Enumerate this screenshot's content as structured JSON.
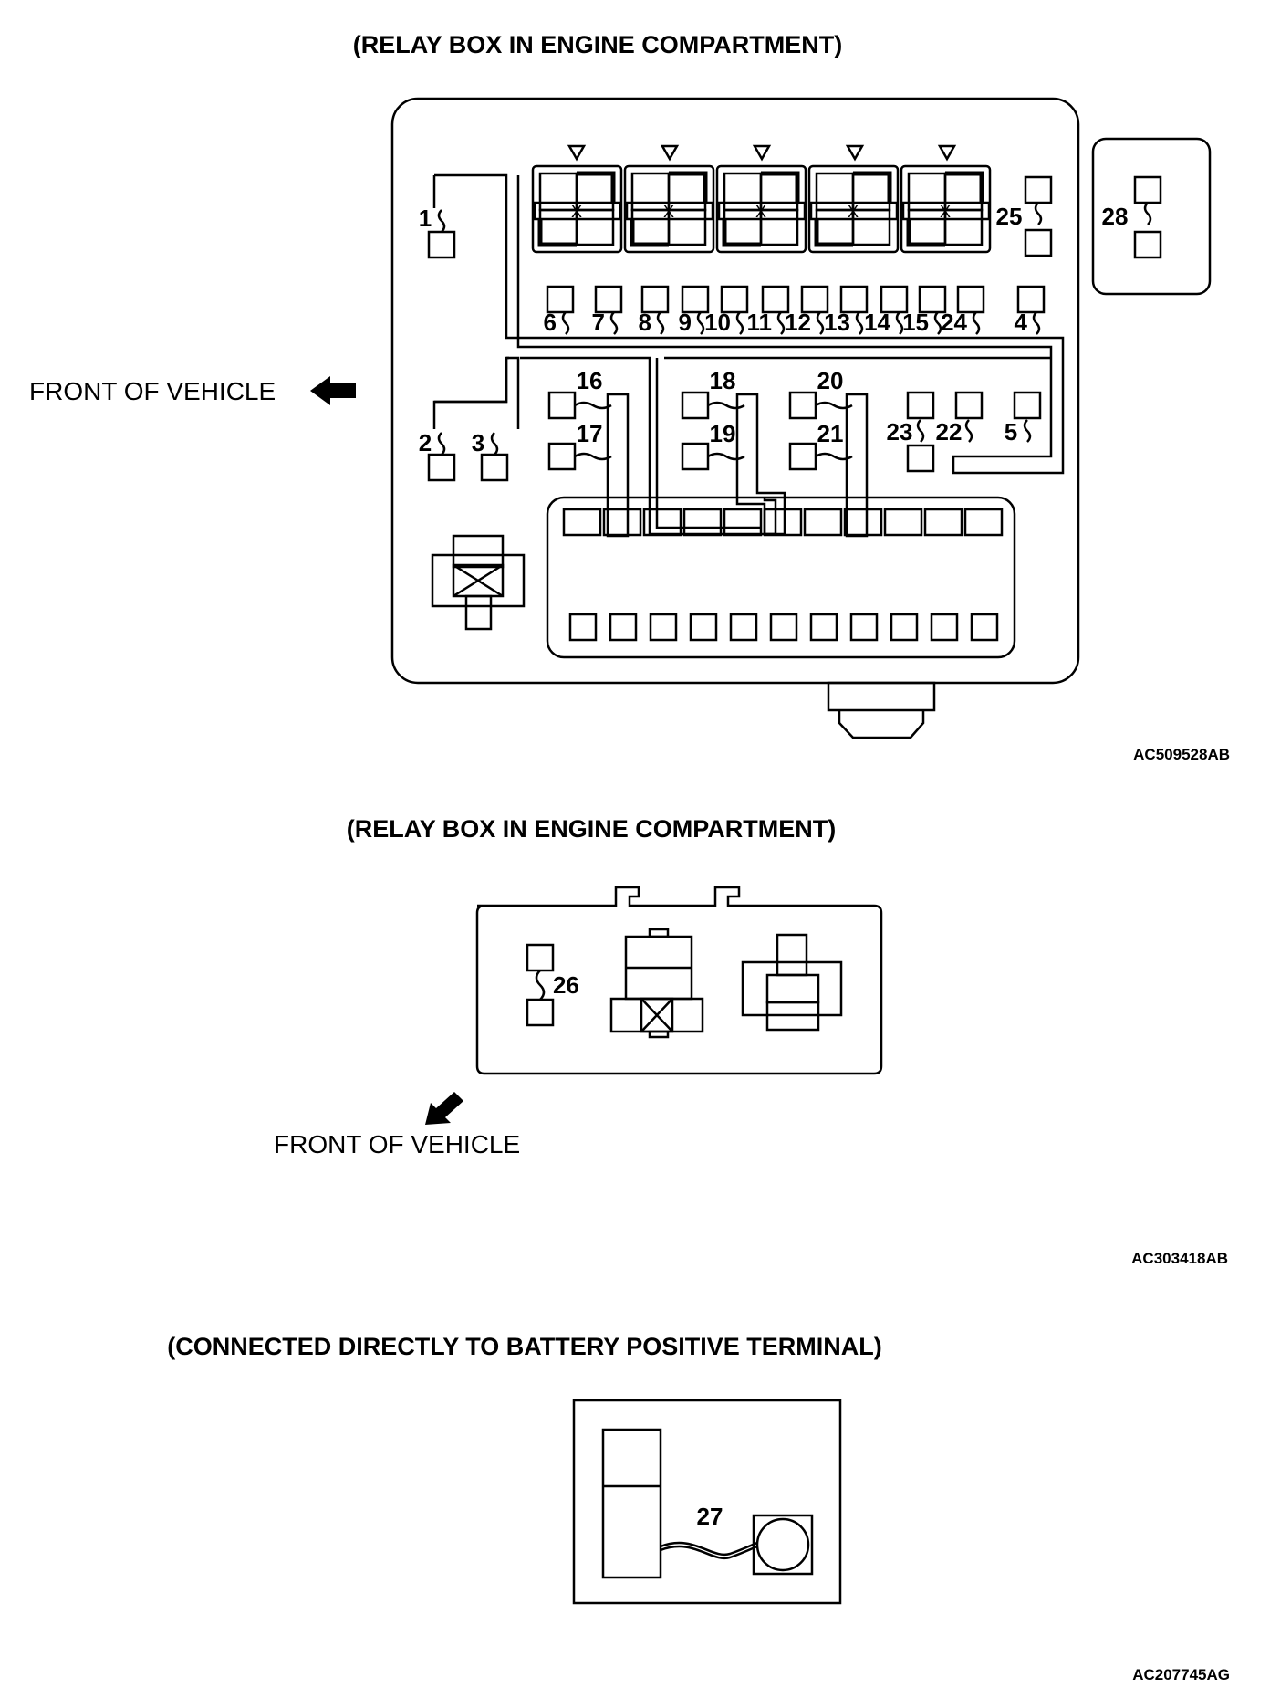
{
  "figure1": {
    "title": "(RELAY BOX IN ENGINE COMPARTMENT)",
    "front_label": "FRONT OF VEHICLE",
    "code": "AC509528AB",
    "connector_numbers": [
      "1",
      "2",
      "3",
      "4",
      "5",
      "6",
      "7",
      "8",
      "9",
      "10",
      "11",
      "12",
      "13",
      "14",
      "15",
      "16",
      "17",
      "18",
      "19",
      "20",
      "21",
      "22",
      "23",
      "24",
      "25",
      "28"
    ]
  },
  "figure2": {
    "title": "(RELAY BOX IN ENGINE COMPARTMENT)",
    "front_label": "FRONT OF VEHICLE",
    "code": "AC303418AB",
    "connector_numbers": [
      "26"
    ]
  },
  "figure3": {
    "title": "(CONNECTED DIRECTLY TO BATTERY POSITIVE TERMINAL)",
    "code": "AC207745AG",
    "connector_numbers": [
      "27"
    ]
  },
  "icons": {
    "relay_mark": "x-mark",
    "direction_arrow": "arrow-icon",
    "fuse_triangle": "triangle-down-icon"
  }
}
